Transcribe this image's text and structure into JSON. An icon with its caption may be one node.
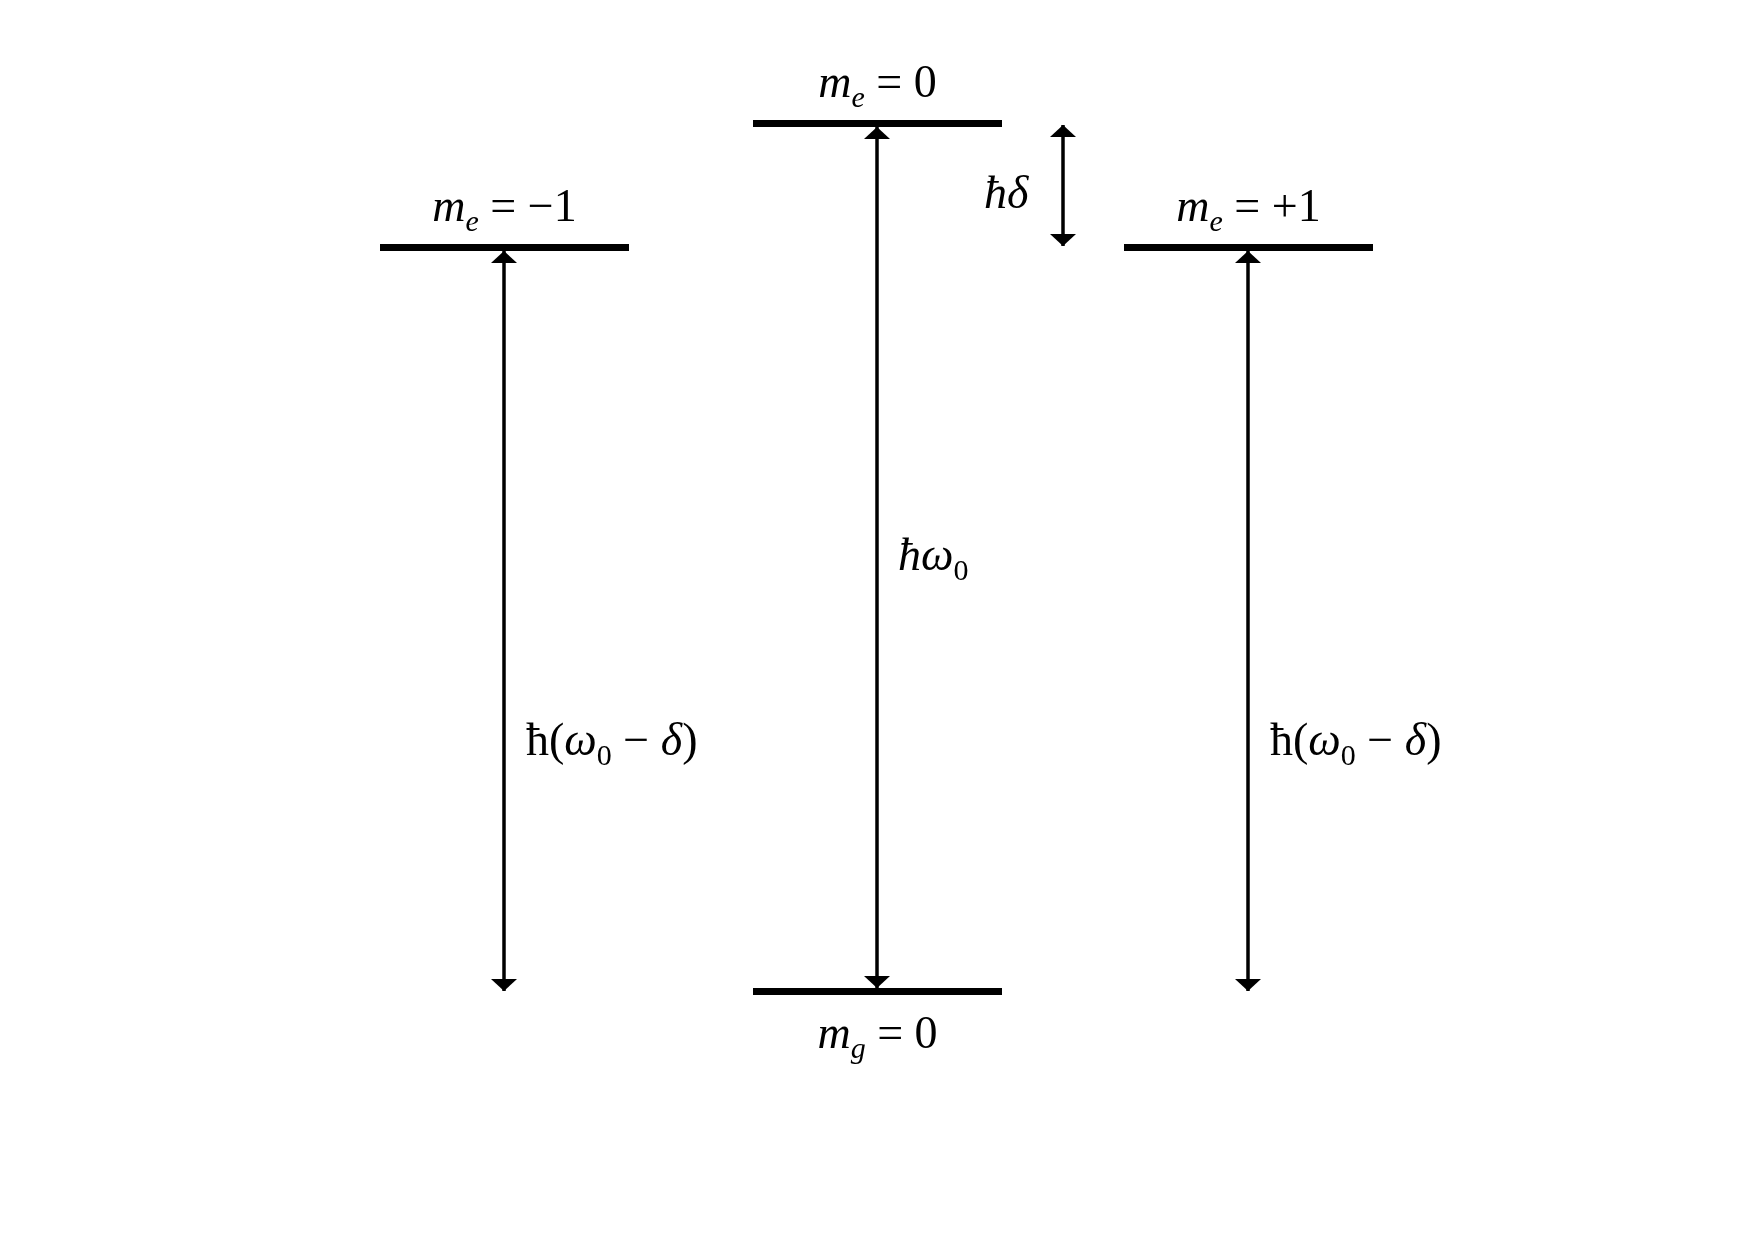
{
  "diagram": {
    "nodes": [
      {
        "text": [
          "*m*$_{e}$ = 0"
        ]
      },
      {
        "text": [
          "*m*$_{e}$ = −1"
        ]
      },
      {
        "text": [
          "*m*$_{e}$ = +1"
        ]
      },
      {
        "text": [
          "*m*$_{g}$ = 0"
        ]
      }
    ],
    "edges": [
      {
        "from": null,
        "to": 1,
        "arrow": "both",
        "label": "ħ(*ω*$_{0}$ − *δ*)"
      },
      {
        "from": 3,
        "to": 0,
        "arrow": "both",
        "label": "*ħω*$_{0}$"
      },
      {
        "from": null,
        "to": 2,
        "arrow": "both",
        "label": "ħ(*ω*$_{0}$ − *δ*)"
      }
    ],
    "labels": [
      "ħδ"
    ]
  }
}
